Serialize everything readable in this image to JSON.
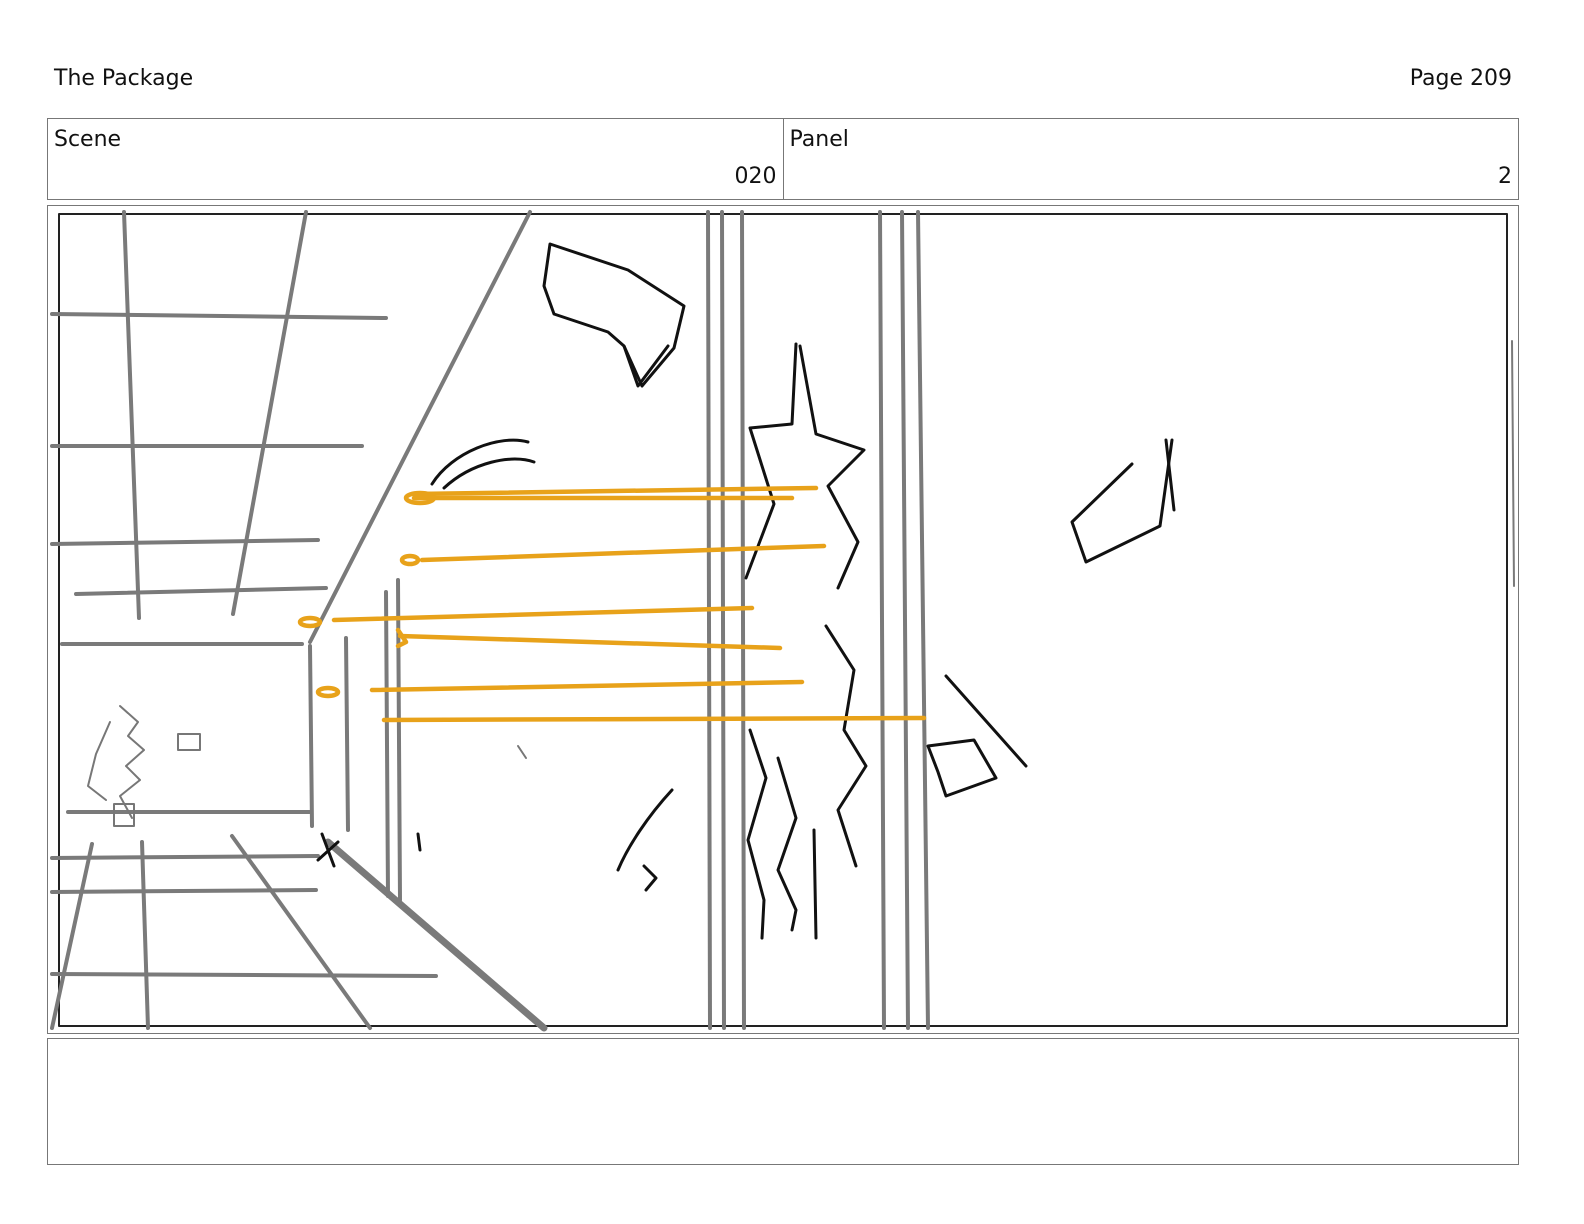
{
  "header": {
    "title": "The Package",
    "page": "Page 209"
  },
  "info": {
    "scene_label": "Scene",
    "scene_value": "020",
    "panel_label": "Panel",
    "panel_value": "2"
  },
  "notes": {
    "text": ""
  },
  "colors": {
    "sketch_gray": "#7a7a7a",
    "ink": "#111111",
    "laser": "#e8a21a",
    "border": "#777777"
  }
}
